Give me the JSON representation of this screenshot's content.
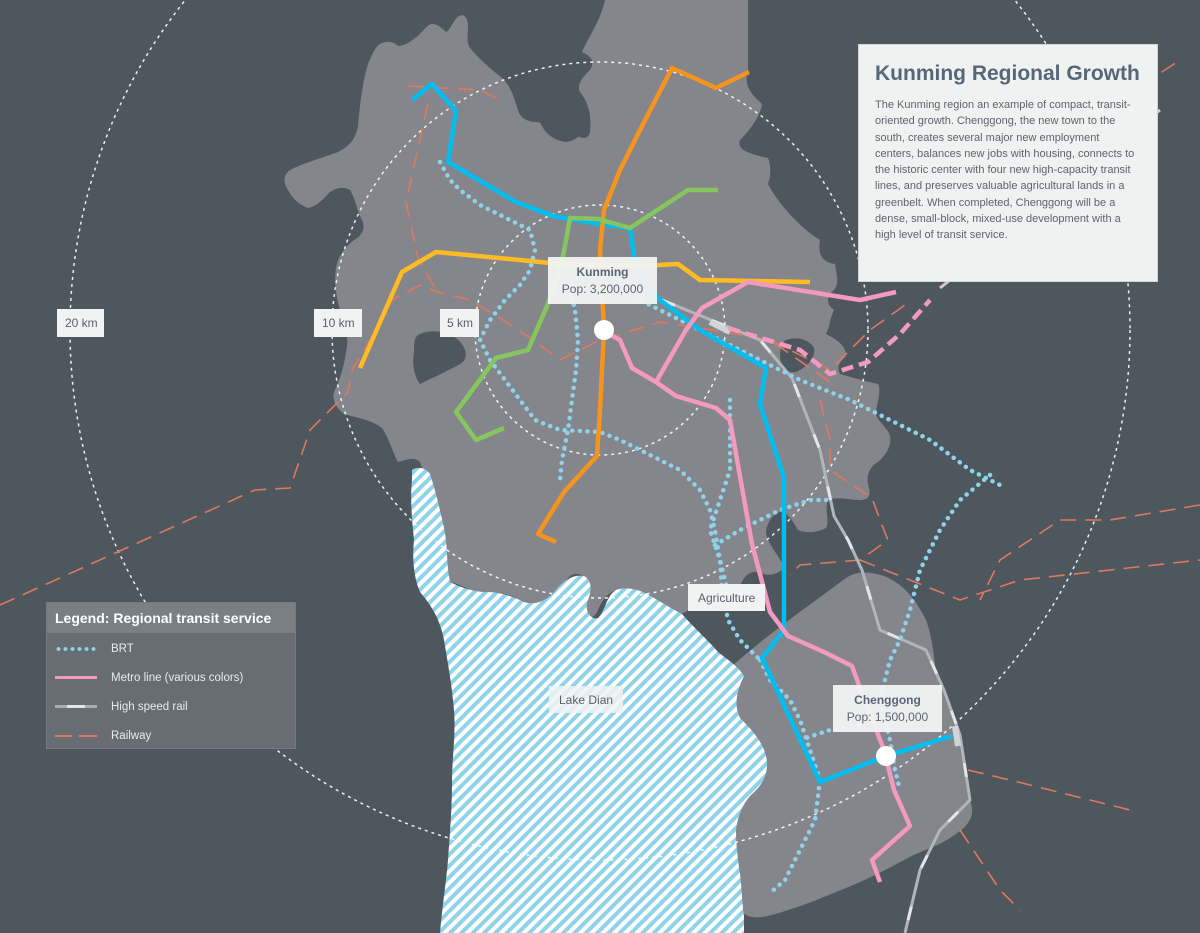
{
  "title": "Kunming Regional Growth",
  "description": "The Kunming region an example of compact, transit-oriented growth. Chenggong, the new town to the south, creates several major new employment centers, balances new jobs with housing, connects to the historic center with four new high-capacity transit lines, and preserves valuable agricultural lands in a greenbelt. When completed, Chenggong will be a dense, small-block, mixed-use development with a high level of transit service.",
  "rings": [
    {
      "label": "20 km"
    },
    {
      "label": "10 km"
    },
    {
      "label": "5 km"
    }
  ],
  "cities": [
    {
      "name": "Kunming",
      "population": "Pop: 3,200,000"
    },
    {
      "name": "Chenggong",
      "population": "Pop: 1,500,000"
    }
  ],
  "areas": [
    {
      "label": "Agriculture"
    },
    {
      "label": "Lake Dian"
    }
  ],
  "legend": {
    "title": "Legend: Regional transit service",
    "items": [
      {
        "label": "BRT",
        "icon": "dotted-line"
      },
      {
        "label": "Metro line (various colors)",
        "icon": "solid-line"
      },
      {
        "label": "High speed rail",
        "icon": "gray-line"
      },
      {
        "label": "Railway",
        "icon": "dashed-line"
      }
    ]
  },
  "colors": {
    "background": "#4e575e",
    "urban": "#84868c",
    "lake": "#8fd3ea",
    "brt": "#8fd3ea",
    "metro_blue": "#00bdf2",
    "metro_orange": "#f7941d",
    "metro_green": "#86c65f",
    "metro_yellow": "#fdbb24",
    "metro_pink": "#f49ac1",
    "high_speed_rail": "#b1b6bb",
    "railway": "#e0785f"
  }
}
